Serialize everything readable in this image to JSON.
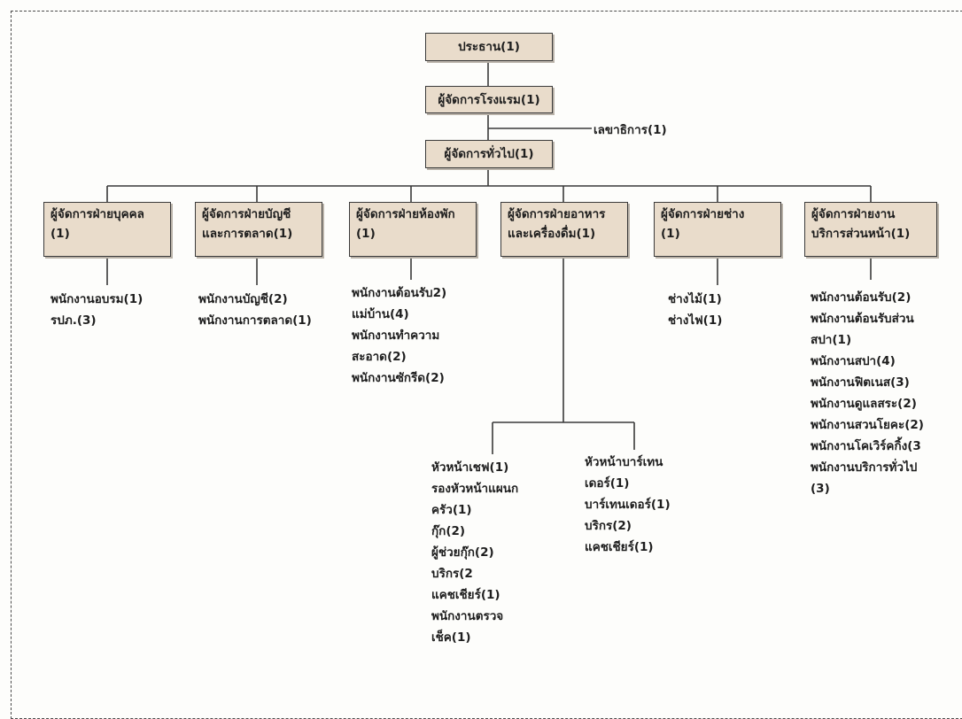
{
  "chart": {
    "chairman": "ประธาน(1)",
    "hotel_manager": "ผู้จัดการโรงแรม(1)",
    "secretary": "เลขาธิการ(1)",
    "general_manager": "ผู้จัดการทั่วไป(1)",
    "departments": [
      {
        "title": [
          "ผู้จัดการฝ่ายบุคคล",
          "(1)"
        ],
        "staff": [
          "พนักงานอบรม(1)",
          "รปภ.(3)"
        ]
      },
      {
        "title": [
          "ผู้จัดการฝ่ายบัญชี",
          "และการตลาด(1)"
        ],
        "staff": [
          "พนักงานบัญชี(2)",
          "พนักงานการตลาด(1)"
        ]
      },
      {
        "title": [
          "ผู้จัดการฝ่ายห้องพัก",
          "(1)"
        ],
        "staff": [
          "พนักงานต้อนรับ2)",
          "แม่บ้าน(4)",
          "พนักงานทำความ",
          "สะอาด(2)",
          "พนักงานซักรีด(2)"
        ]
      },
      {
        "title": [
          "ผู้จัดการฝ่ายอาหาร",
          "และเครื่องดื่ม(1)"
        ],
        "staff": []
      },
      {
        "title": [
          "ผู้จัดการฝ่ายช่าง",
          "(1)"
        ],
        "staff": [
          "ช่างไม้(1)",
          "ช่างไฟ(1)"
        ]
      },
      {
        "title": [
          "ผู้จัดการฝ่ายงาน",
          "บริการส่วนหน้า(1)"
        ],
        "staff": [
          "พนักงานต้อนรับ(2)",
          "พนักงานต้อนรับส่วน",
          "สปา(1)",
          "พนักงานสปา(4)",
          "พนักงานฟิตเนส(3)",
          "พนักงานดูแลสระ(2)",
          "พนักงานสวนโยคะ(2)",
          "พนักงานโคเวิร์คกิ้ง(3",
          "พนักงานบริการทั่วไป",
          "(3)"
        ]
      }
    ],
    "food_sections": [
      {
        "staff": [
          "หัวหน้าเชฟ(1)",
          "รองหัวหน้าแผนก",
          "ครัว(1)",
          "กุ๊ก(2)",
          "ผู้ช่วยกุ๊ก(2)",
          "บริกร(2",
          "แคชเชียร์(1)",
          "พนักงานตรวจ",
          "เช็ค(1)"
        ]
      },
      {
        "staff": [
          "หัวหน้าบาร์เทน",
          "เดอร์(1)",
          "บาร์เทนเดอร์(1)",
          "บริกร(2)",
          "แคชเชียร์(1)"
        ]
      }
    ]
  }
}
